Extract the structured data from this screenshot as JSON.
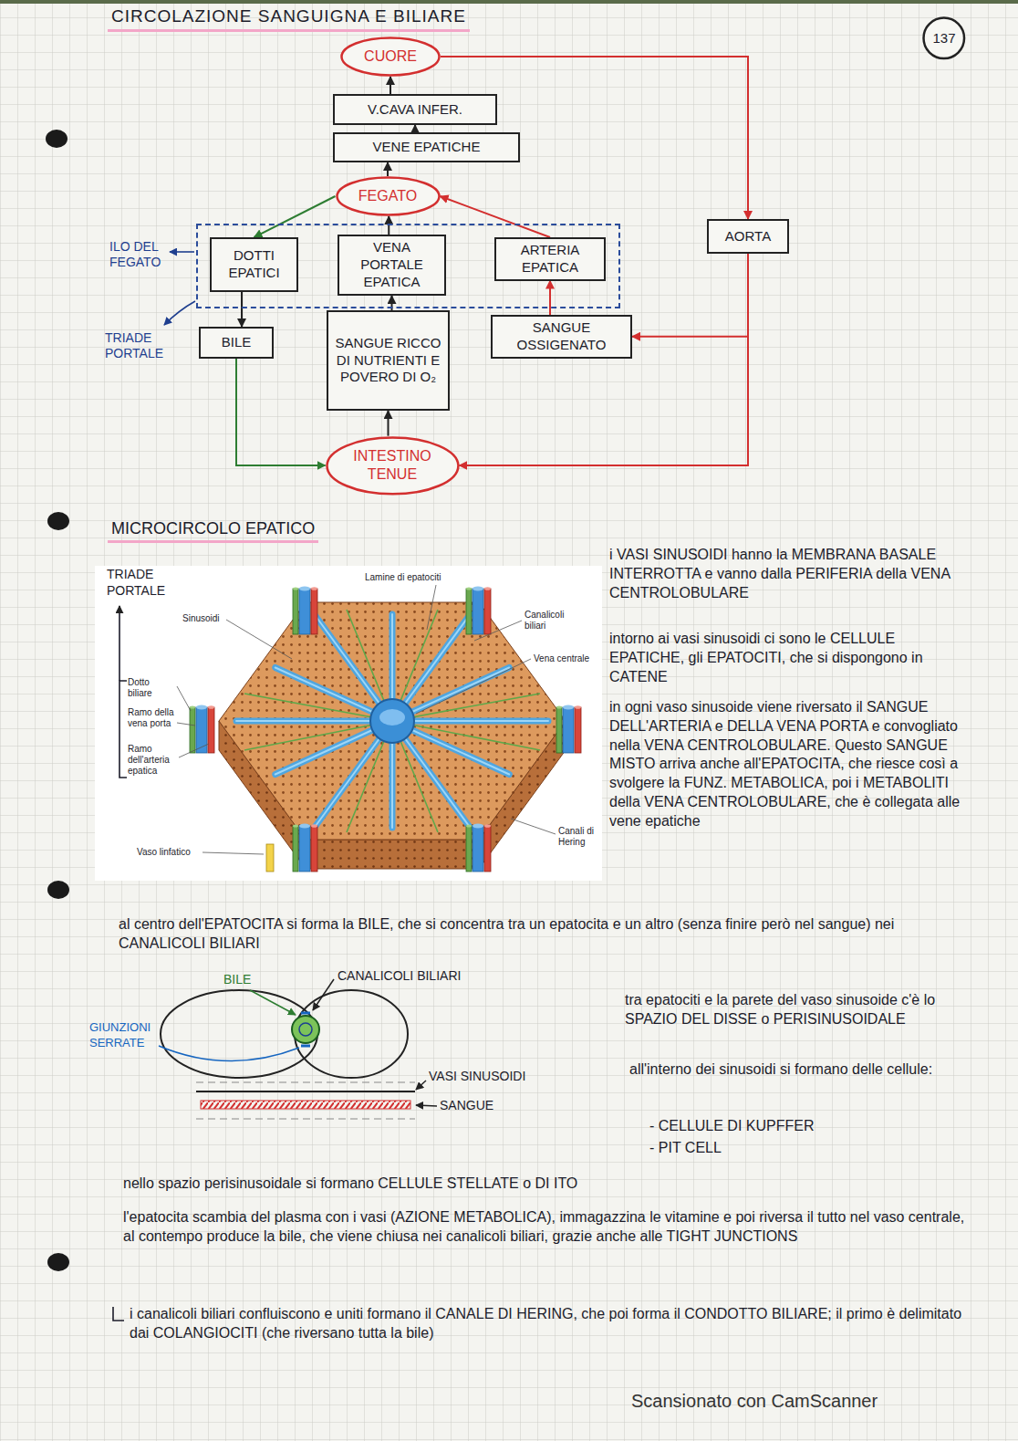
{
  "diagram": {
    "title": "CIRCOLAZIONE SANGUIGNA E BILIARE",
    "nodes": [
      {
        "text": [
          "137"
        ]
      },
      {
        "text": [
          "CUORE"
        ]
      },
      {
        "text": [
          "V.CAVA INFER."
        ]
      },
      {
        "text": [
          "VENE EPATICHE"
        ]
      },
      {
        "text": [
          "FEGATO"
        ]
      },
      {
        "text": [
          "ILO DEL FEGATO",
          "TRIADE PORTALE"
        ]
      },
      {
        "text": [
          "DOTTI EPATICI"
        ],
        "in": 5
      },
      {
        "text": [
          "VENA PORTALE EPATICA"
        ],
        "in": 5
      },
      {
        "text": [
          "ARTERIA EPATICA"
        ],
        "in": 5
      },
      {
        "text": [
          "AORTA"
        ]
      },
      {
        "text": [
          "BILE"
        ]
      },
      {
        "text": [
          "SANGUE RICCO DI NUTRIENTI E POVERO DI O₂"
        ]
      },
      {
        "text": [
          "SANGUE OSSIGENATO"
        ]
      },
      {
        "text": [
          "INTESTINO TENUE"
        ]
      }
    ],
    "edges": [
      {
        "from": 2,
        "to": 1,
        "arrow": "to"
      },
      {
        "from": 3,
        "to": 2,
        "arrow": "to"
      },
      {
        "from": 4,
        "to": 3,
        "arrow": "to"
      },
      {
        "from": 4,
        "to": 6,
        "arrow": "to"
      },
      {
        "from": 7,
        "to": 4,
        "arrow": "to"
      },
      {
        "from": 8,
        "to": 4,
        "arrow": "to"
      },
      {
        "from": 1,
        "to": 9,
        "arrow": "to"
      },
      {
        "from": 9,
        "to": 12,
        "arrow": "to"
      },
      {
        "from": 12,
        "to": 8,
        "arrow": "to"
      },
      {
        "from": 9,
        "to": 13,
        "arrow": "to"
      },
      {
        "from": 6,
        "to": 10,
        "arrow": "to"
      },
      {
        "from": 10,
        "to": 13,
        "arrow": "to"
      },
      {
        "from": 13,
        "to": 11,
        "arrow": "to"
      },
      {
        "from": 11,
        "to": 7,
        "arrow": "to"
      }
    ],
    "labels": [
      "MICROCIRCOLO EPATICO",
      "TRIADE PORTALE",
      "Lamine di epatociti",
      "Sinusoidi",
      "Canalicoli biliari",
      "Vena centrale",
      "Dotto biliare",
      "Ramo della vena porta",
      "Ramo dell'arteria epatica",
      "Vaso linfatico",
      "Canali di Hering",
      "i VASI SINUSOIDI hanno la MEMBRANA BASALE INTERROTTA e vanno dalla PERIFERIA della VENA CENTROLOBULARE",
      "intorno ai vasi sinusoidi ci sono le CELLULE EPATICHE, gli EPATOCITI, che si dispongono in CATENE",
      "in ogni vaso sinusoide viene riversato il SANGUE DELL'ARTERIA e DELLA VENA PORTA e convogliato nella VENA CENTROLOBULARE. Questo SANGUE MISTO arriva anche all'EPATOCITA, che riesce così a svolgere la FUNZ. METABOLICA, poi i METABOLITI della VENA CENTROLOBULARE, che è collegata alle vene epatiche",
      "al centro dell'EPATOCITA si forma la BILE, che si concentra tra un epatocita e un altro (senza finire però nel sangue) nei CANALICOLI BILIARI",
      "BILE",
      "CANALICOLI BILIARI",
      "GIUNZIONI SERRATE",
      "VASI SINUSOIDI",
      "SANGUE",
      "tra epatociti e la parete del vaso sinusoide c'è lo SPAZIO DEL DISSE o PERISINUSOIDALE",
      "all'interno dei sinusoidi si formano delle cellule:",
      "- CELLULE DI KUPFFER",
      "- PIT CELL",
      "nello spazio perisinusoidale si formano CELLULE STELLATE o DI ITO",
      "l'epatocita scambia del plasma con i vasi (AZIONE METABOLICA), immagazzina le vitamine e poi riversa il tutto nel vaso centrale, al contempo produce la bile, che viene chiusa nei canalicoli biliari, grazie anche alle TIGHT JUNCTIONS",
      "i canalicoli biliari confluiscono e uniti formano il CANALE DI HERING, che poi forma il CONDOTTO BILIARE; il primo è delimitato dai COLANGIOCITI (che riversano tutta la bile)",
      "Scansionato con CamScanner"
    ]
  }
}
